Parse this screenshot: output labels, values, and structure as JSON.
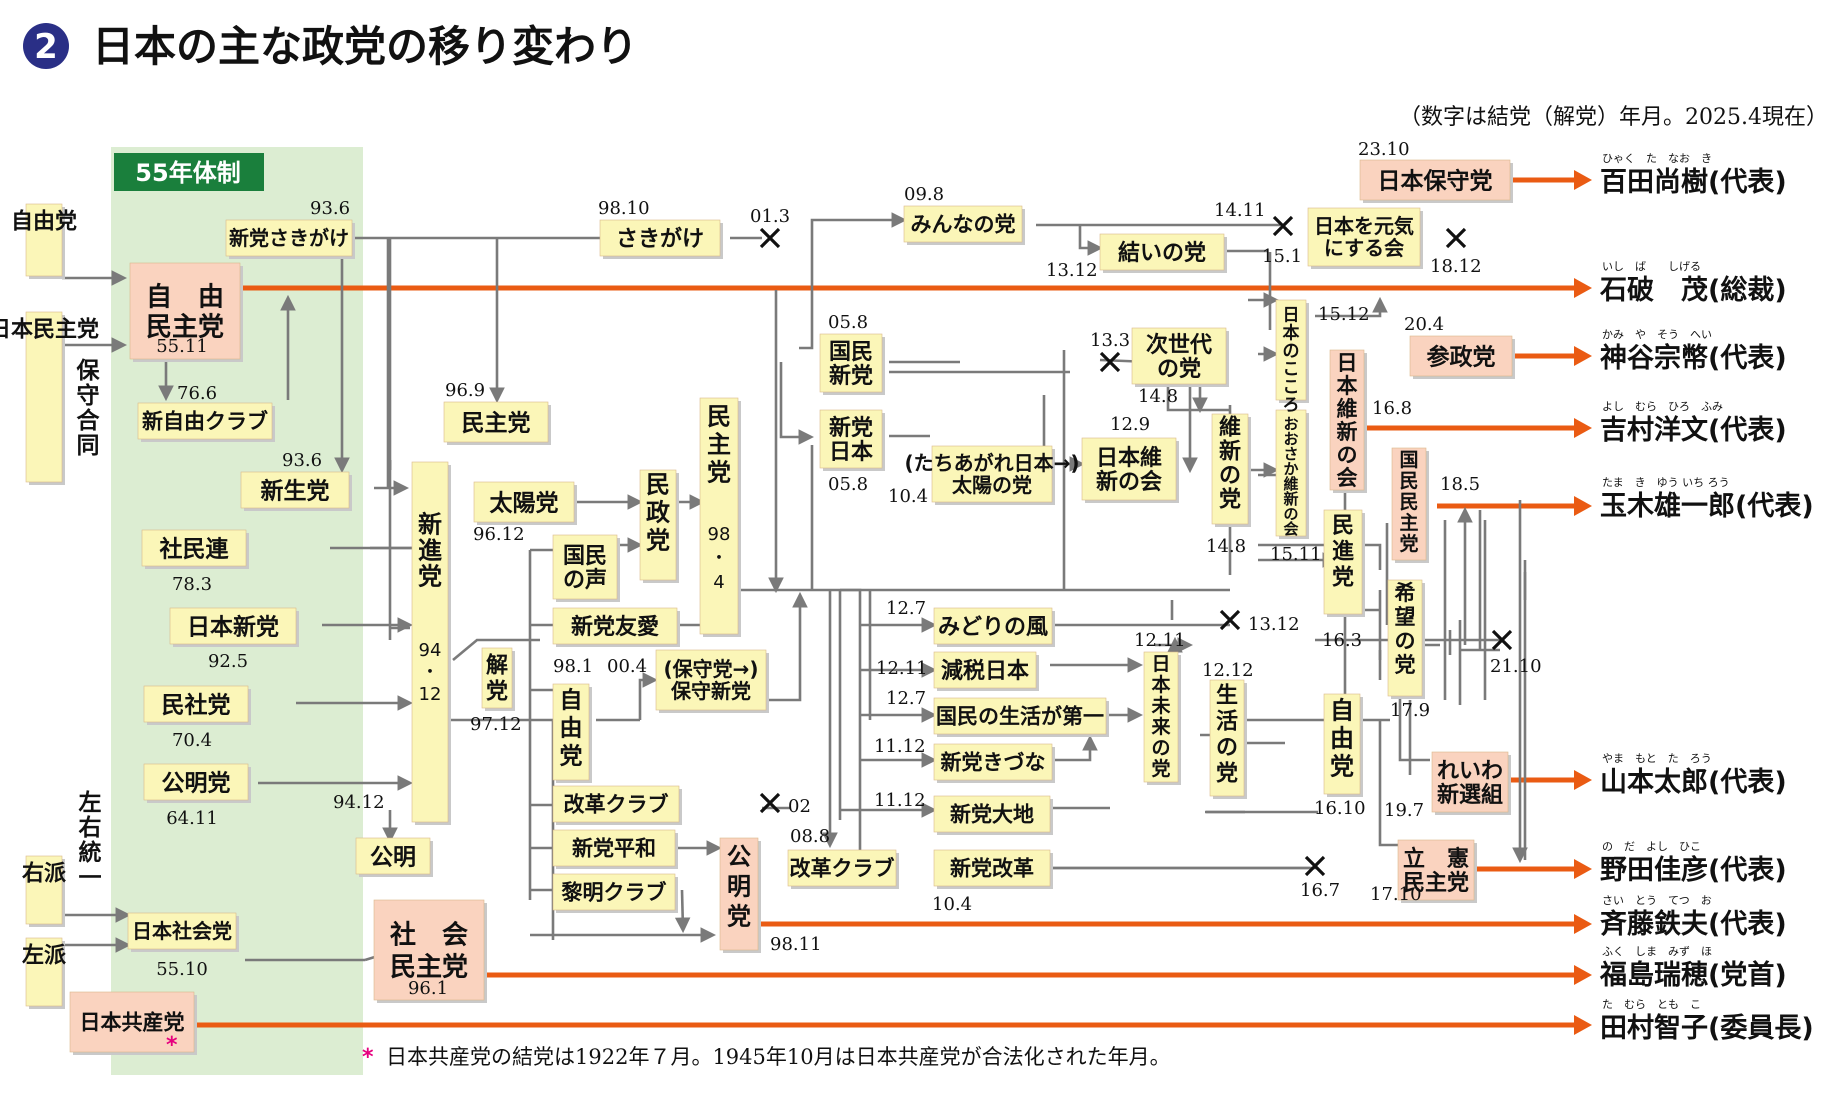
{
  "title": {
    "number": "2",
    "text": "日本の主な政党の移り変わり"
  },
  "note_top": "（数字は結党（解党）年月。2025.4現在）",
  "era_label": "55年体制",
  "footnote": {
    "mark": "*",
    "text": "日本共産党の結党は1922年７月。1945年10月は日本共産党が合法化された年月。"
  },
  "colors": {
    "accent": "#ea5b13",
    "yellow_box": "#fbf6b8",
    "pink_box": "#fad3bf",
    "era_band": "#dcedd2",
    "era_label_bg": "#1a7f3c",
    "badge": "#2a2f86"
  },
  "icons": {
    "dissolved": "cross-mark-icon",
    "flow": "arrow-icon"
  },
  "parties": [
    {
      "id": "jiyuto",
      "label": "自由党"
    },
    {
      "id": "nihon_minshuto",
      "label": "日本民主党"
    },
    {
      "id": "hoshu_godo",
      "label": "保守合同"
    },
    {
      "id": "sayu_toitsu",
      "label": "左右統一"
    },
    {
      "id": "uha",
      "label": "右派"
    },
    {
      "id": "saha",
      "label": "左派"
    },
    {
      "id": "jimin",
      "label": "自　由\n民主党",
      "date": "55.11"
    },
    {
      "id": "shinjiyu",
      "label": "新自由クラブ",
      "date": "76.6"
    },
    {
      "id": "sakigake1",
      "label": "新党さきがけ",
      "date": "93.6"
    },
    {
      "id": "shinsei",
      "label": "新生党",
      "date": "93.6"
    },
    {
      "id": "shaminren",
      "label": "社民連",
      "date": "78.3"
    },
    {
      "id": "nihonshinto",
      "label": "日本新党",
      "date": "92.5"
    },
    {
      "id": "minsha",
      "label": "民社党",
      "date": "70.4"
    },
    {
      "id": "komei1",
      "label": "公明党",
      "date": "64.11"
    },
    {
      "id": "komei2",
      "label": "公明",
      "date": "94.12"
    },
    {
      "id": "shakai",
      "label": "日本社会党",
      "date": "55.10"
    },
    {
      "id": "kyosan",
      "label": "日本共産党",
      "date": "45.10"
    },
    {
      "id": "shinshin",
      "label": "新\n進\n党",
      "date": "94\n・\n12"
    },
    {
      "id": "minshu1",
      "label": "民主党",
      "date": "96.9"
    },
    {
      "id": "taiyo",
      "label": "太陽党",
      "date": "96.12"
    },
    {
      "id": "minsei",
      "label": "民\n政\n党"
    },
    {
      "id": "minshu2",
      "label": "民\n主\n党",
      "date": "98\n・\n4"
    },
    {
      "id": "kokumin_koe",
      "label": "国民\nの声"
    },
    {
      "id": "shinto_yuai",
      "label": "新党友愛"
    },
    {
      "id": "jiyu2",
      "label": "自\n由\n党",
      "date": "98.1"
    },
    {
      "id": "hoshu",
      "label": "(保守党→)\n保守新党",
      "date": "00.4"
    },
    {
      "id": "kaikaku1",
      "label": "改革クラブ",
      "date": "02"
    },
    {
      "id": "shinto_heiwa",
      "label": "新党平和"
    },
    {
      "id": "reimei",
      "label": "黎明クラブ"
    },
    {
      "id": "komei3",
      "label": "公\n明\n党",
      "date": "98.11"
    },
    {
      "id": "shaminto",
      "label": "社　会\n民主党",
      "date": "96.1"
    },
    {
      "id": "sakigake2",
      "label": "さきがけ",
      "date": "98.10",
      "end": "01.3"
    },
    {
      "id": "minna",
      "label": "みんなの党",
      "date": "09.8",
      "end": "14.11"
    },
    {
      "id": "yui",
      "label": "結いの党",
      "date": "13.12"
    },
    {
      "id": "genki",
      "label": "日本を元気\nにする会",
      "date": "15.1",
      "end": "18.12"
    },
    {
      "id": "kokumin_shinto",
      "label": "国民\n新党",
      "date": "05.8"
    },
    {
      "id": "shinto_nihon",
      "label": "新党\n日本",
      "date": "05.8"
    },
    {
      "id": "tachiagare",
      "label": "(たちあがれ日本→)\n太陽の党",
      "date": "10.4"
    },
    {
      "id": "jisedai",
      "label": "次世代\nの党",
      "date": "14.8",
      "end": "13.3"
    },
    {
      "id": "ishin_kai",
      "label": "日本維\n新の会",
      "date": "12.9"
    },
    {
      "id": "ishin_to",
      "label": "維\n新\nの\n党",
      "date": "14.8"
    },
    {
      "id": "kokoro",
      "label": "日\n本\nの\nこ\nこ\nろ",
      "date": "15.12"
    },
    {
      "id": "osaka",
      "label": "お\nお\nさ\nか\n維\n新\nの\n会",
      "date": "15.11"
    },
    {
      "id": "ishin",
      "label": "日\n本\n維\n新\nの\n会",
      "date": "16.8"
    },
    {
      "id": "midori",
      "label": "みどりの風",
      "date": "12.7",
      "end": "13.12"
    },
    {
      "id": "genzei",
      "label": "減税日本",
      "date": "12.11"
    },
    {
      "id": "daiichi",
      "label": "国民の生活が第一",
      "date": "12.7"
    },
    {
      "id": "kizuna",
      "label": "新党きづな",
      "date": "11.12"
    },
    {
      "id": "daichi",
      "label": "新党大地",
      "date": "11.12"
    },
    {
      "id": "kaikaku2",
      "label": "改革クラブ",
      "date": "08.8"
    },
    {
      "id": "shinto_kaikaku",
      "label": "新党改革",
      "date": "10.4",
      "end": "16.7"
    },
    {
      "id": "mirai",
      "label": "日\n本\n未\n来\nの\n党",
      "date": "12.11"
    },
    {
      "id": "seikatsu",
      "label": "生\n活\nの\n党",
      "date": "12.12"
    },
    {
      "id": "jiyu3",
      "label": "自\n由\n党",
      "date": "16.10"
    },
    {
      "id": "minshin",
      "label": "民\n進\n党",
      "date": "16.3"
    },
    {
      "id": "kibo",
      "label": "希\n望\nの\n党",
      "date": "17.9",
      "end": "21.10"
    },
    {
      "id": "kokumin_minshu",
      "label": "国\n民\n民\n主\n党",
      "date": "18.5"
    },
    {
      "id": "reiwa",
      "label": "れいわ\n新選組",
      "date": "19.7"
    },
    {
      "id": "rikken",
      "label": "立　憲\n民主党",
      "date": "17.10"
    },
    {
      "id": "hoshuto",
      "label": "日本保守党",
      "date": "23.10"
    },
    {
      "id": "sansei",
      "label": "参政党",
      "date": "20.4"
    },
    {
      "id": "kaito",
      "label": "解\n党",
      "date": "97.12"
    }
  ],
  "leaders": [
    {
      "name": "百田尚樹",
      "ruby": "ひゃく　た　なお　き",
      "role": "(代表)"
    },
    {
      "name": "石破　茂",
      "ruby": "いし　ば　　しげる",
      "role": "(総裁)"
    },
    {
      "name": "神谷宗幣",
      "ruby": "かみ　や　そう　へい",
      "role": "(代表)"
    },
    {
      "name": "吉村洋文",
      "ruby": "よし　むら　ひろ　ふみ",
      "role": "(代表)"
    },
    {
      "name": "玉木雄一郎",
      "ruby": "たま　き　ゆう いち ろう",
      "role": "(代表)"
    },
    {
      "name": "山本太郎",
      "ruby": "やま　もと　た　ろう",
      "role": "(代表)"
    },
    {
      "name": "野田佳彦",
      "ruby": "の　だ　よし　ひこ",
      "role": "(代表)"
    },
    {
      "name": "斉藤鉄夫",
      "ruby": "さい　とう　てつ　お",
      "role": "(代表)"
    },
    {
      "name": "福島瑞穂",
      "ruby": "ふく　しま　みず　ほ",
      "role": "(党首)"
    },
    {
      "name": "田村智子",
      "ruby": "た　むら　とも　こ",
      "role": "(委員長)"
    }
  ]
}
